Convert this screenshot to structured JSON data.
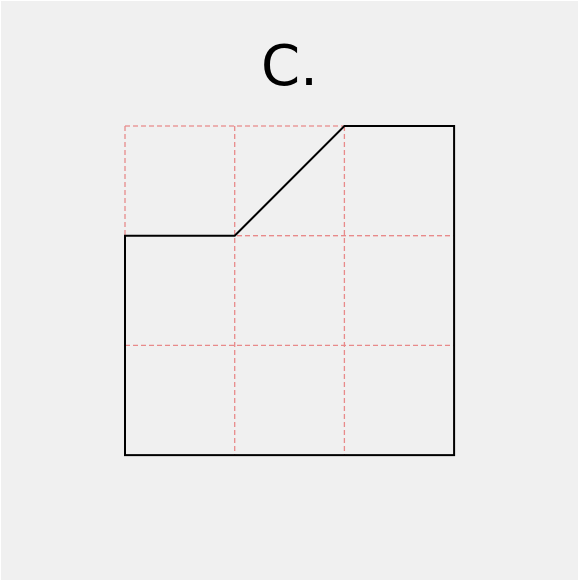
{
  "option_label": "C.",
  "grid": {
    "cols": 3,
    "rows": 3
  },
  "shape_vertices_grid_units": [
    [
      0,
      1
    ],
    [
      1,
      1
    ],
    [
      2,
      0
    ],
    [
      3,
      0
    ],
    [
      3,
      3
    ],
    [
      0,
      3
    ]
  ],
  "colors": {
    "background": "#f0f0f0",
    "outline": "#000000",
    "grid_lines": "#e88a8a",
    "text": "#000000"
  }
}
